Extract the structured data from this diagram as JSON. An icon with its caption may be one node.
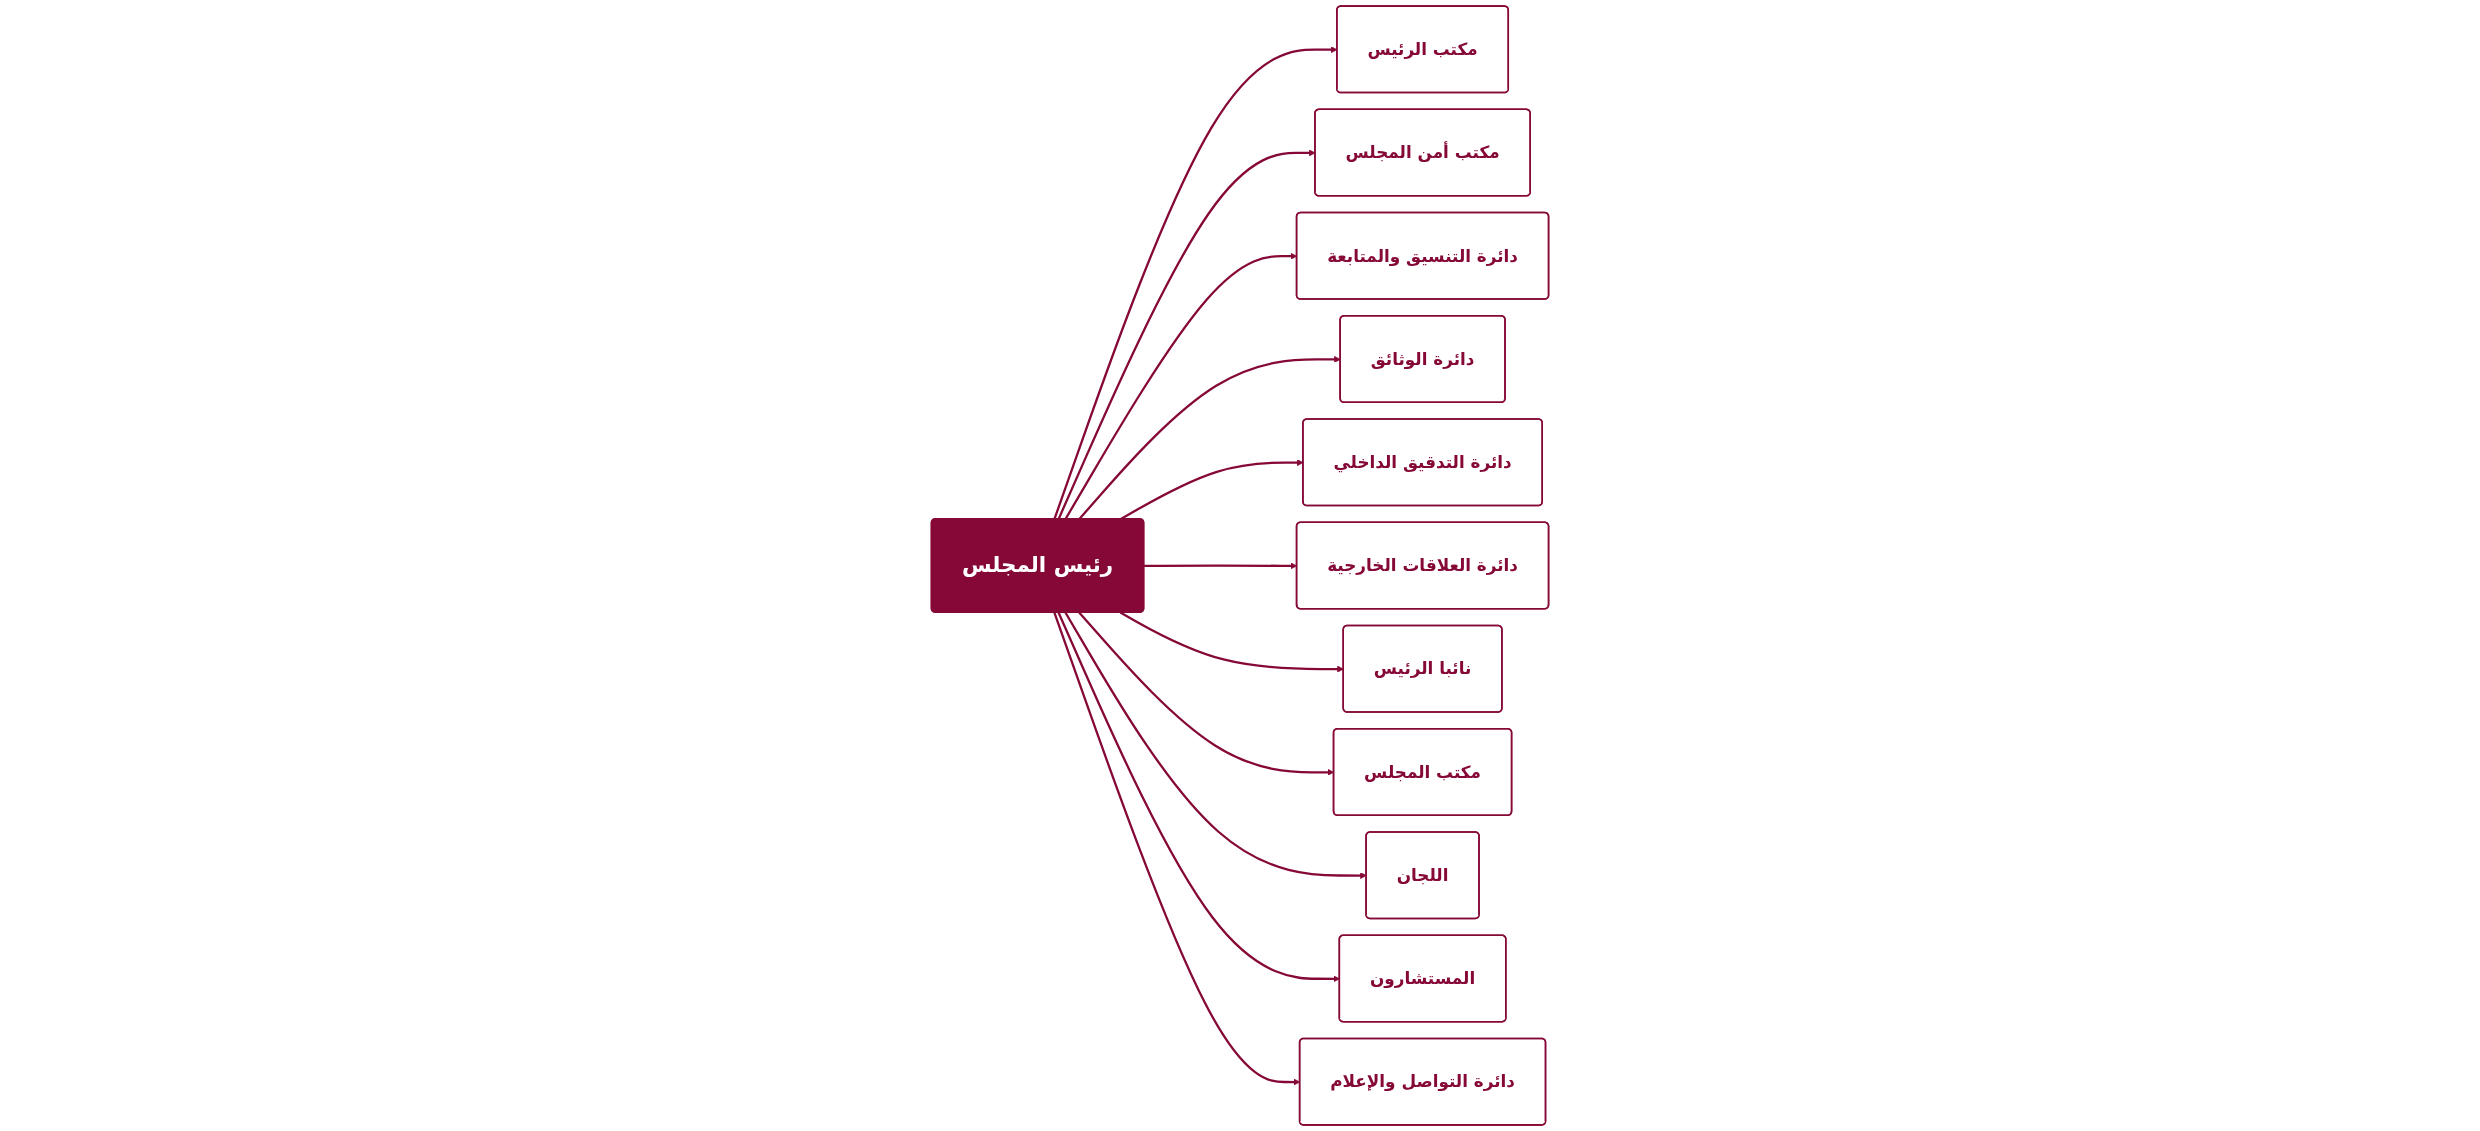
{
  "diagram": {
    "nodes": [
      {
        "text": [
          "رئيس المجلس"
        ]
      },
      {
        "text": [
          "مكتب الرئيس"
        ]
      },
      {
        "text": [
          "مكتب أمن المجلس"
        ]
      },
      {
        "text": [
          "دائرة التنسيق والمتابعة"
        ]
      },
      {
        "text": [
          "دائرة الوثائق"
        ]
      },
      {
        "text": [
          "دائرة التدقيق الداخلي"
        ]
      },
      {
        "text": [
          "دائرة العلاقات الخارجية"
        ]
      },
      {
        "text": [
          "نائبا الرئيس"
        ]
      },
      {
        "text": [
          "مكتب المجلس"
        ]
      },
      {
        "text": [
          "اللجان"
        ]
      },
      {
        "text": [
          "المستشارون"
        ]
      },
      {
        "text": [
          "دائرة التواصل والإعلام"
        ]
      }
    ],
    "edges": [
      {
        "from": 0,
        "to": 1,
        "arrow": "to"
      },
      {
        "from": 0,
        "to": 2,
        "arrow": "to"
      },
      {
        "from": 0,
        "to": 3,
        "arrow": "to"
      },
      {
        "from": 0,
        "to": 4,
        "arrow": "to"
      },
      {
        "from": 0,
        "to": 5,
        "arrow": "to"
      },
      {
        "from": 0,
        "to": 6,
        "arrow": "to"
      },
      {
        "from": 0,
        "to": 7,
        "arrow": "to"
      },
      {
        "from": 0,
        "to": 8,
        "arrow": "to"
      },
      {
        "from": 0,
        "to": 9,
        "arrow": "to"
      },
      {
        "from": 0,
        "to": 10,
        "arrow": "to"
      },
      {
        "from": 0,
        "to": 11,
        "arrow": "to"
      }
    ]
  }
}
